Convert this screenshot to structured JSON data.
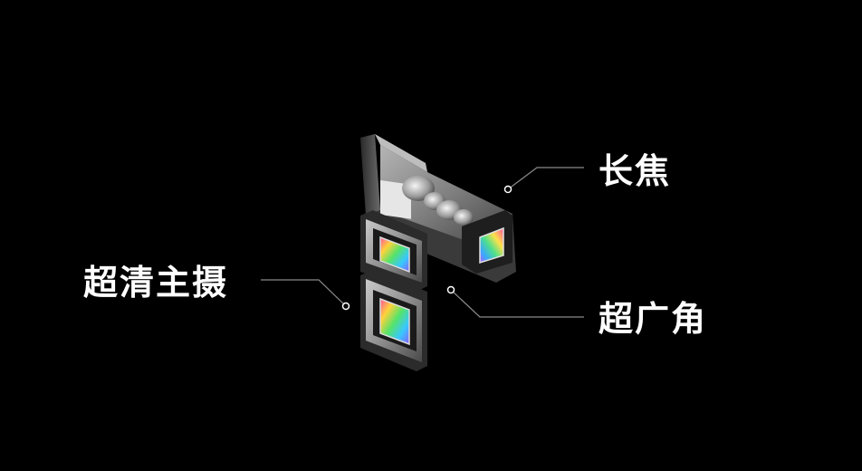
{
  "labels": {
    "main_camera": "超清主摄",
    "telephoto": "长焦",
    "ultra_wide": "超广角"
  },
  "colors": {
    "background": "#000000",
    "text": "#ffffff",
    "callout_line": "#8a8a8a"
  }
}
